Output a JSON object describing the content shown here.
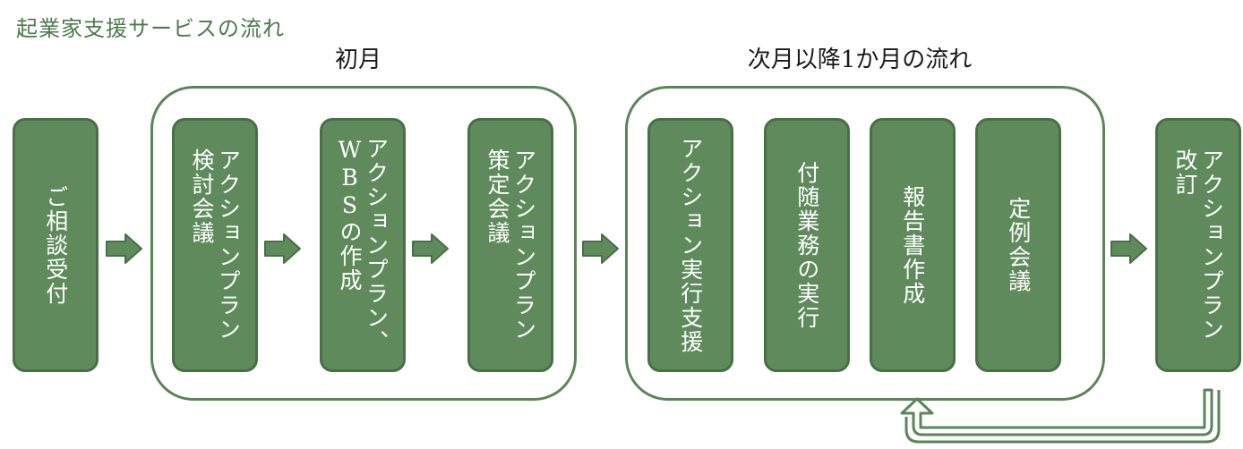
{
  "title": "起業家支援サービスの流れ",
  "groups": {
    "first_month": {
      "label": "初月"
    },
    "next_months": {
      "label": "次月以降1か月の流れ"
    }
  },
  "steps": [
    {
      "label": "ご相談受付"
    },
    {
      "label": "アクションプラン\n検討会議"
    },
    {
      "label": "アクションプラン、\nWBSの作成"
    },
    {
      "label": "アクションプラン\n策定会議"
    },
    {
      "label": "アクション実行支援"
    },
    {
      "label": "付随業務の実行"
    },
    {
      "label": "報告書作成"
    },
    {
      "label": "定例会議"
    },
    {
      "label": "アクションプラン\n改訂"
    }
  ],
  "colors": {
    "box_fill": "#5f8b5c",
    "box_border": "#486f46",
    "frame_border": "#5b8559",
    "title": "#4e7a4c"
  }
}
